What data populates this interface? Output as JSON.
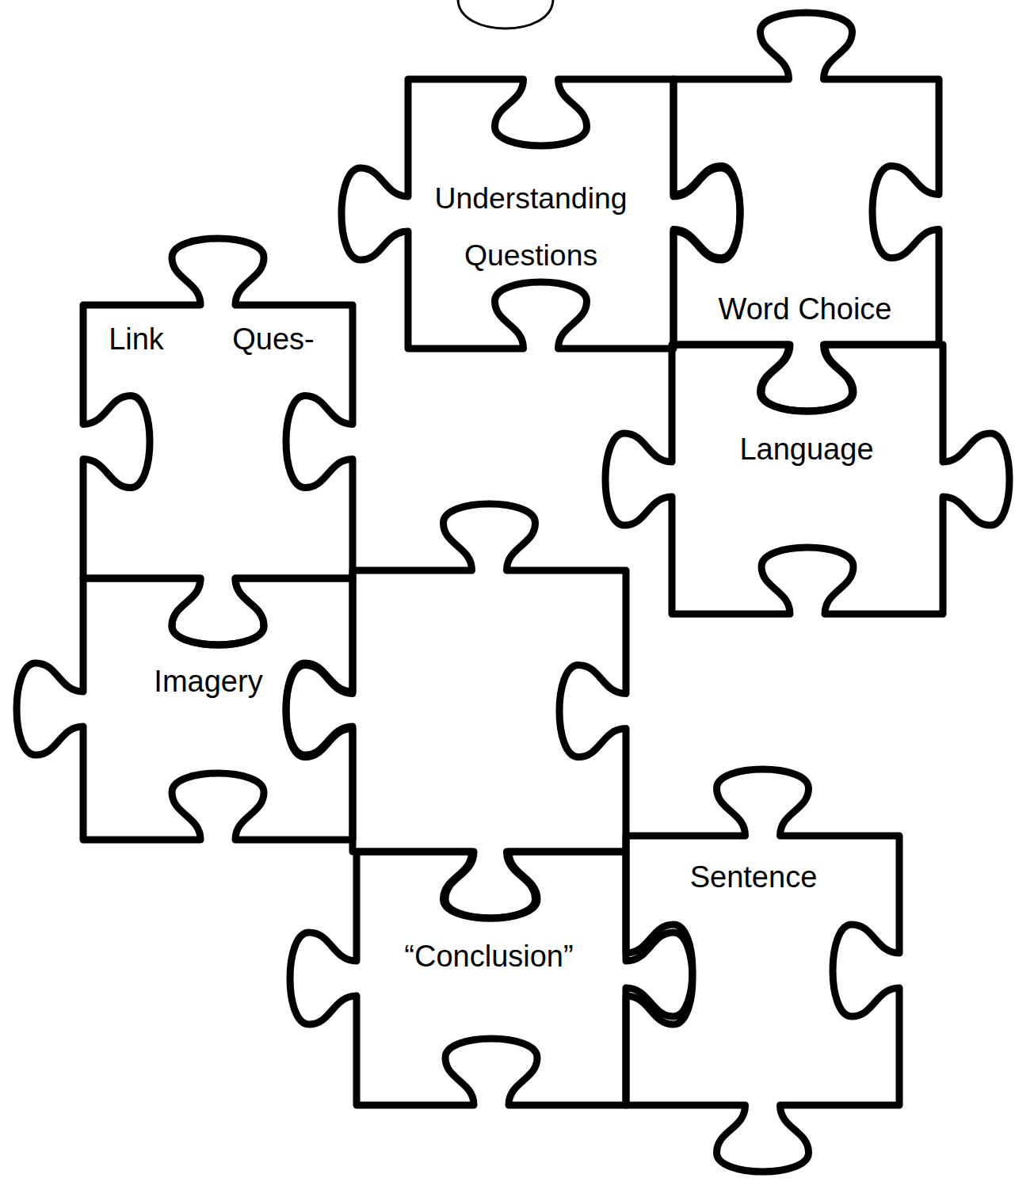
{
  "diagram": {
    "nodes": [
      {
        "text": [
          "Understanding Questions"
        ]
      },
      {
        "text": [
          "Word Choice"
        ]
      },
      {
        "text": [
          "Link",
          "Ques-"
        ]
      },
      {
        "text": [
          "Language"
        ]
      },
      {
        "text": [
          "Imagery"
        ]
      },
      {
        "text": [
          "Sentence"
        ]
      },
      {
        "text": [
          "“Conclusion”"
        ]
      }
    ]
  }
}
